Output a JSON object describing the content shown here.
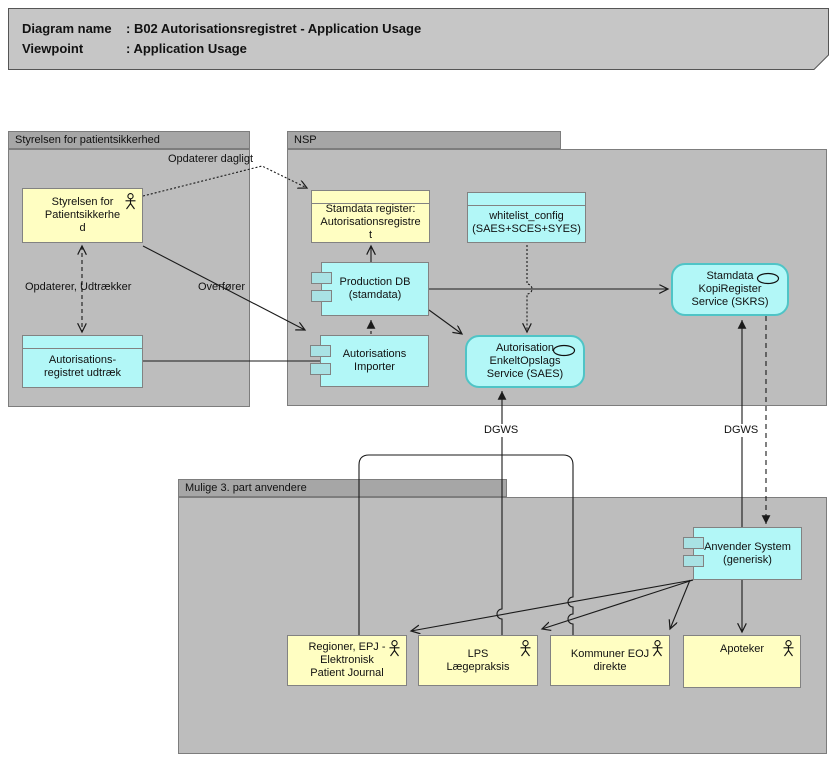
{
  "title": {
    "rows": [
      {
        "label": "Diagram name",
        "value": ": B02 Autorisationsregistret - Application Usage"
      },
      {
        "label": "Viewpoint",
        "value": ": Application Usage"
      }
    ]
  },
  "groups": {
    "styrelsen": {
      "label": "Styrelsen for patientsikkerhed"
    },
    "nsp": {
      "label": "NSP"
    },
    "mulige": {
      "label": "Mulige 3. part anvendere"
    }
  },
  "nodes": {
    "styrelsen_actor": {
      "label": "Styrelsen for\nPatientsikkerhe\nd"
    },
    "udtraek": {
      "label": "Autorisations-\nregistret udtræk"
    },
    "stamdata_register": {
      "label": "Stamdata register:\nAutorisationsregistre\nt"
    },
    "whitelist_config": {
      "label": "whitelist_config\n(SAES+SCES+SYES)"
    },
    "production_db": {
      "label": "Production DB\n(stamdata)"
    },
    "importer": {
      "label": "Autorisations\nImporter"
    },
    "saes": {
      "label": "Autorisation\nEnkeltOpslags\nService (SAES)"
    },
    "skrs": {
      "label": "Stamdata\nKopiRegister\nService (SKRS)"
    },
    "anvender": {
      "label": "Anvender System\n(generisk)"
    },
    "regioner": {
      "label": "Regioner, EPJ -\nElektronisk\nPatient Journal"
    },
    "lps": {
      "label": "LPS\nLægepraksis"
    },
    "kommuner": {
      "label": "Kommuner EOJ\ndirekte"
    },
    "apoteker": {
      "label": "Apoteker"
    }
  },
  "edge_labels": {
    "opdaterer_dagligt": "Opdaterer dagligt",
    "opdaterer_udtraekker": "Opdaterer, Udtrækker",
    "overfoerer": "Overfører",
    "dgws_saes": "DGWS",
    "dgws_skrs": "DGWS"
  },
  "colors": {
    "actor_fill": "#fffec2",
    "application_fill": "#b2f7f7",
    "service_border": "#4fc4c6",
    "group_header": "#a6a6a6",
    "group_body": "#bdbdbd",
    "title_fill": "#c6c6c6",
    "line": "#1a1a1a"
  }
}
